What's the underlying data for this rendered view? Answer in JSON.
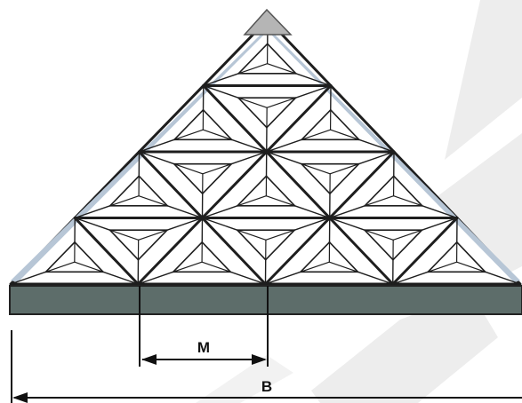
{
  "dimensions": {
    "module_label": "M",
    "base_label": "B"
  },
  "colors": {
    "background": "#ffffff",
    "watermark": "#ededed",
    "base_plate": "#5d6d6a",
    "outline": "#1e1e1e",
    "facet_fill": "#ffffff",
    "apex_cap": "#b5b5b5",
    "edge_tint": "#b7c6d6"
  },
  "structure": {
    "rows": 4,
    "triangle_modules": 16
  }
}
